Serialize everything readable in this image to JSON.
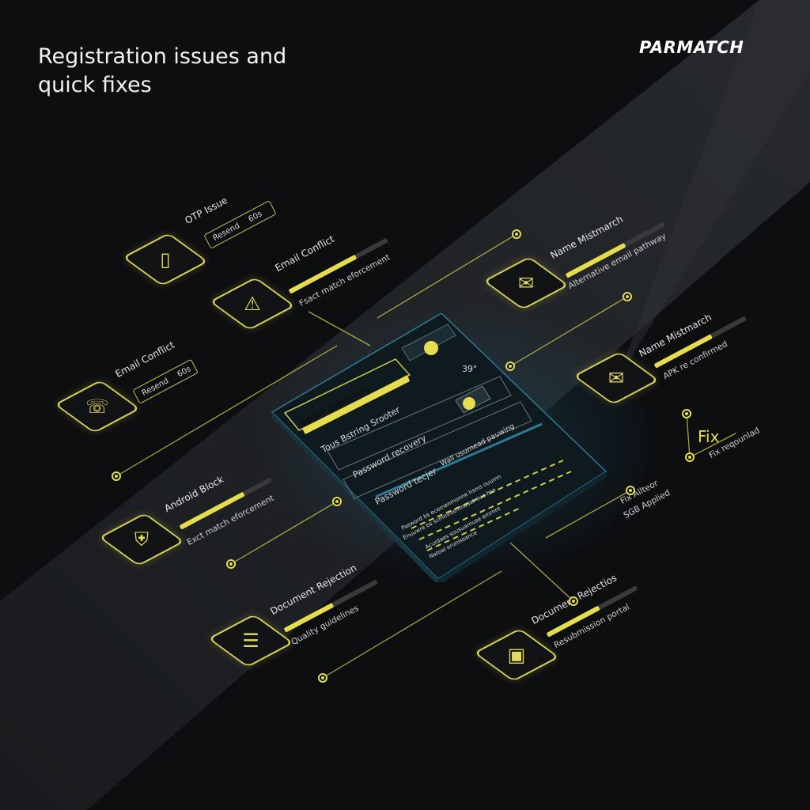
{
  "header": {
    "title": "Registration issues and quick fixes",
    "brand": "PARMATCH"
  },
  "colors": {
    "background": "#0d0e10",
    "accent": "#e6dd4e",
    "panel_edge": "#2e6d86"
  },
  "issues": [
    {
      "label": "OTP Issue",
      "pill_left": "Resend",
      "pill_right": "60s",
      "icon": "phone-icon"
    },
    {
      "label": "Email Conflict",
      "sub": "Fsact match eforcement",
      "icon": "warning-icon"
    },
    {
      "label": "Email Conflict",
      "pill_left": "Resend",
      "pill_right": "60s",
      "icon": "call-icon"
    },
    {
      "label": "Android Block",
      "sub": "Exct match eforcement",
      "icon": "shield-icon"
    },
    {
      "label": "Document Rejection",
      "sub": "Quality guidelines",
      "icon": "document-icon"
    },
    {
      "label": "Name Mistmarch",
      "sub": "Alternative email pathway",
      "icon": "mail-icon"
    },
    {
      "label": "Name Mistmarch",
      "sub": "APK re confirmed",
      "icon": "mail-icon"
    },
    {
      "label": "Document Rejectios",
      "sub": "Resubmission portal",
      "icon": "id-card-icon"
    }
  ],
  "fix": {
    "title": "Fix",
    "sub": "Fix reqounlad",
    "applied_line1": "Fix Allteor",
    "applied_line2": "SGB Applied"
  },
  "form": {
    "input_label": "Enter Sebitiang",
    "timer": "39\"",
    "row1": "Tous Bstring Srooter",
    "row2": "Password recovery",
    "row3a": "Password tecjer",
    "row3b": "Wall usumead pauwing",
    "line1": "Pasword bs ecemenmonne hsms ouumn",
    "line2": "Enuuwre bs scmmrsenmauss sue hso",
    "line3": "Acurdaes sousuarnuse emrnnt",
    "line4": "Natoal erunissance"
  }
}
